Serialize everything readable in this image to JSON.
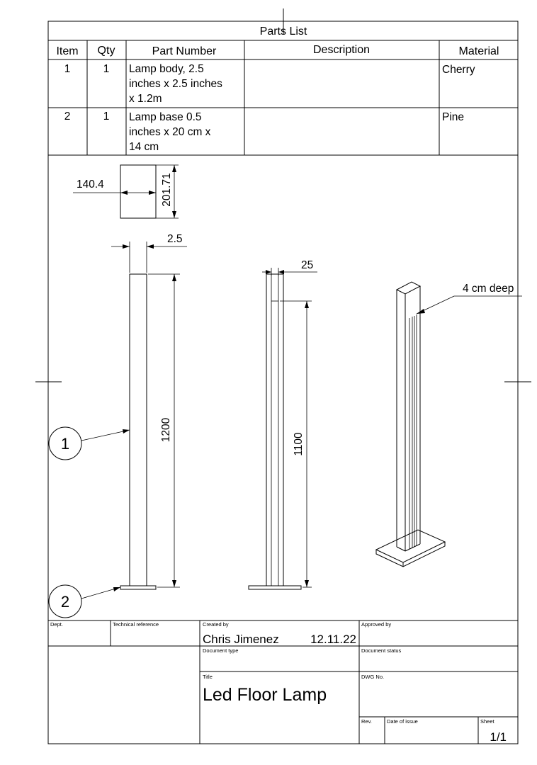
{
  "parts_list": {
    "title": "Parts List",
    "headers": {
      "item": "Item",
      "qty": "Qty",
      "part_number": "Part Number",
      "description": "Description",
      "material": "Material"
    },
    "rows": [
      {
        "item": "1",
        "qty": "1",
        "part_lines": [
          "Lamp body, 2.5",
          "inches x 2.5 inches",
          "x 1.2m"
        ],
        "description": "",
        "material": "Cherry"
      },
      {
        "item": "2",
        "qty": "1",
        "part_lines": [
          "Lamp base 0.5",
          "inches x 20 cm x",
          "14 cm"
        ],
        "description": "",
        "material": "Pine"
      }
    ]
  },
  "drawing": {
    "dimensions": {
      "base_width": "140.4",
      "base_depth": "201.71",
      "body_width": "2.5",
      "body_height": "1200",
      "groove_width": "25",
      "groove_height": "1100",
      "groove_depth_note": "4 cm deep"
    },
    "balloons": [
      "1",
      "2"
    ]
  },
  "title_block": {
    "dept_label": "Dept.",
    "tech_ref_label": "Technical reference",
    "created_by_label": "Created by",
    "created_by": "Chris Jimenez",
    "date": "12.11.22",
    "approved_by_label": "Approved by",
    "doc_type_label": "Document type",
    "doc_status_label": "Document status",
    "title_label": "Title",
    "title": "Led Floor Lamp",
    "dwg_no_label": "DWG No.",
    "rev_label": "Rev.",
    "date_of_issue_label": "Date of issue",
    "sheet_label": "Sheet",
    "sheet": "1/1"
  }
}
